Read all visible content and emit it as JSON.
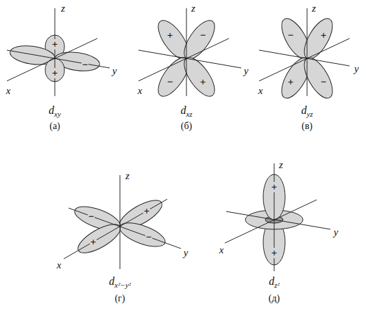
{
  "diagram": {
    "labels": [
      "z",
      "y",
      "x",
      "+",
      "+",
      "−",
      "dxy",
      "(а)",
      "z",
      "y",
      "x",
      "+",
      "−",
      "−",
      "+",
      "dxz",
      "(б)",
      "z",
      "y",
      "x",
      "−",
      "+",
      "+",
      "−",
      "dyz",
      "(в)",
      "z",
      "y",
      "x",
      "+",
      "+",
      "−",
      "−",
      "dx²−y²",
      "(г)",
      "z",
      "y",
      "x",
      "+",
      "+",
      "dz²",
      "(д)"
    ]
  }
}
